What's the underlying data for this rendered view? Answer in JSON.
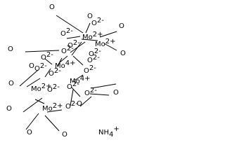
{
  "diagram": {
    "atoms": [
      {
        "label": "Mo",
        "charge": "2+"
      },
      {
        "label": "Mo",
        "charge": "2+"
      },
      {
        "label": "Mo",
        "charge": "4+"
      },
      {
        "label": "Mo",
        "charge": "4+"
      },
      {
        "label": "Mo",
        "charge": "2+"
      },
      {
        "label": "Mo",
        "charge": "2+"
      },
      {
        "label": "O",
        "charge": "2-"
      },
      {
        "label": "O",
        "charge": "2-"
      },
      {
        "label": "O",
        "charge": ""
      },
      {
        "label": "O",
        "charge": ""
      },
      {
        "label": "O",
        "charge": ""
      },
      {
        "label": "O",
        "charge": "2-"
      },
      {
        "label": "O",
        "charge": "2-"
      },
      {
        "label": "O",
        "charge": "2-"
      },
      {
        "label": "O",
        "charge": "2-"
      },
      {
        "label": "O",
        "charge": ""
      },
      {
        "label": "O",
        "charge": "2-"
      },
      {
        "label": "O",
        "charge": "2-"
      },
      {
        "label": "O",
        "charge": "2-"
      },
      {
        "label": "O",
        "charge": "2-"
      },
      {
        "label": "O",
        "charge": "2-"
      },
      {
        "label": "O",
        "charge": "2-"
      },
      {
        "label": "O",
        "charge": ""
      },
      {
        "label": "O",
        "charge": ""
      },
      {
        "label": "O",
        "charge": ""
      },
      {
        "label": "O",
        "charge": "2-"
      },
      {
        "label": "O",
        "charge": ""
      },
      {
        "label": "O",
        "charge": "2-"
      },
      {
        "label": "O",
        "charge": ""
      },
      {
        "label": "O",
        "charge": ""
      },
      {
        "label": "O",
        "charge": ""
      },
      {
        "label": "O",
        "charge": ""
      }
    ],
    "counter_ion": {
      "label": "NH",
      "subscript": "4",
      "charge": "+"
    }
  }
}
